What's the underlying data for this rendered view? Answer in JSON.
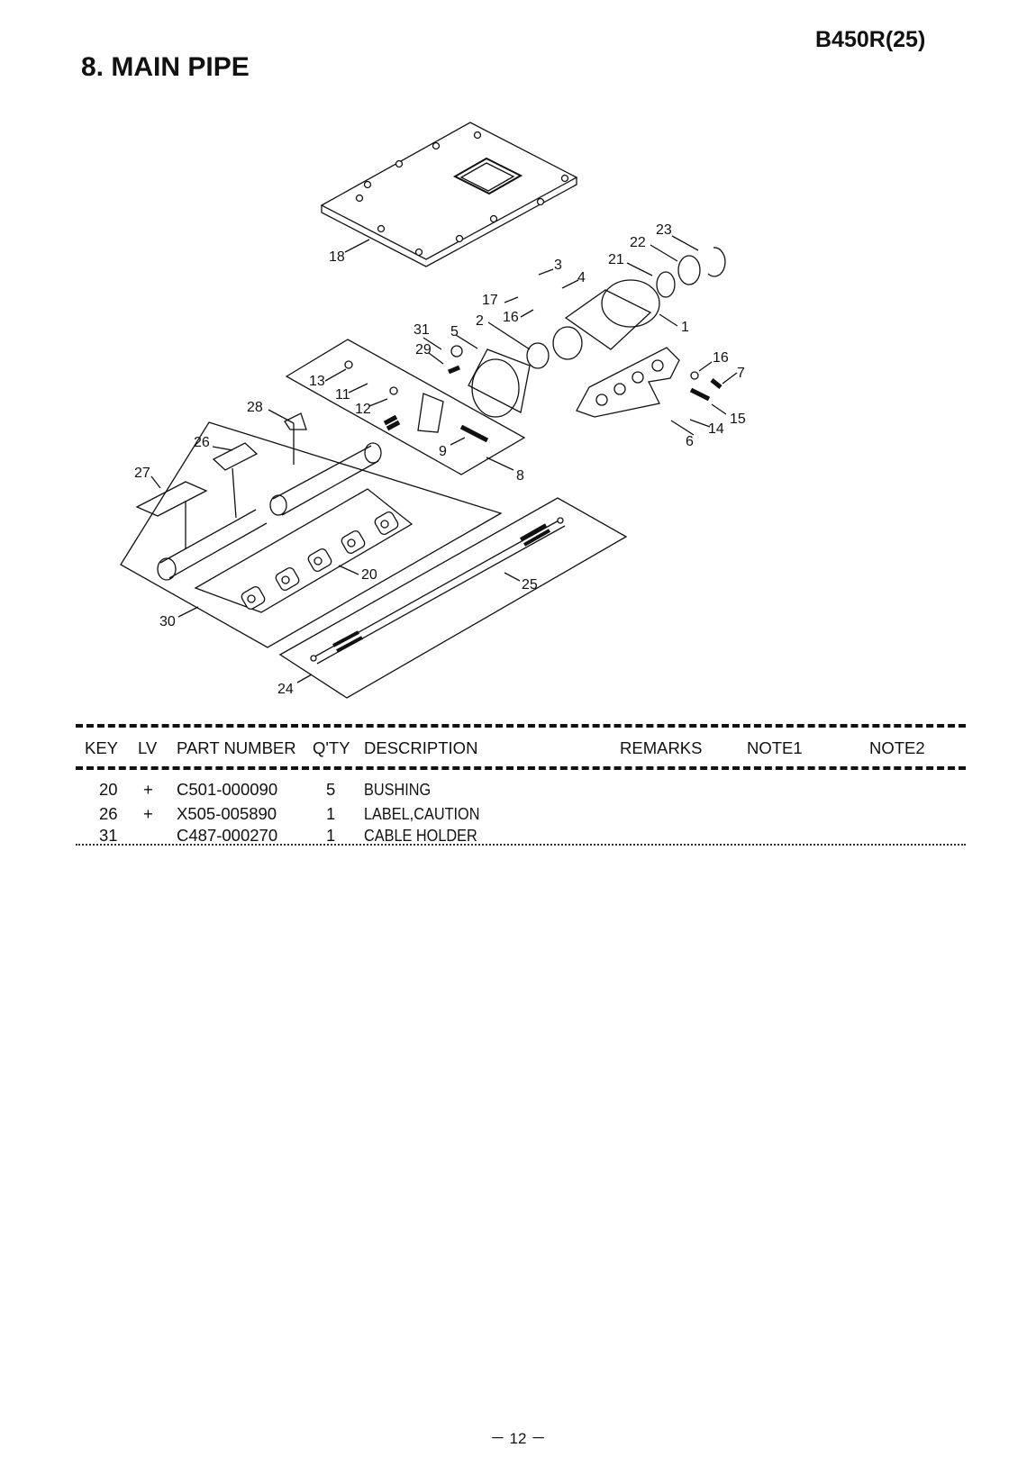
{
  "header": {
    "model": "B450R(25)",
    "section_title": "8. MAIN PIPE"
  },
  "diagram": {
    "callouts": [
      "1",
      "2",
      "3",
      "4",
      "5",
      "6",
      "7",
      "8",
      "9",
      "11",
      "12",
      "13",
      "14",
      "15",
      "16",
      "16",
      "17",
      "18",
      "20",
      "21",
      "22",
      "23",
      "24",
      "25",
      "26",
      "27",
      "28",
      "29",
      "30",
      "31"
    ]
  },
  "table": {
    "columns": {
      "key": "KEY",
      "lv": "LV",
      "part_number": "PART NUMBER",
      "qty": "Q'TY",
      "description": "DESCRIPTION",
      "remarks": "REMARKS",
      "note1": "NOTE1",
      "note2": "NOTE2"
    },
    "rows": [
      {
        "key": "20",
        "lv": "+",
        "part_number": "C501-000090",
        "qty": "5",
        "description": "BUSHING"
      },
      {
        "key": "26",
        "lv": "+",
        "part_number": "X505-005890",
        "qty": "1",
        "description": "LABEL,CAUTION"
      },
      {
        "key": "31",
        "lv": "",
        "part_number": "C487-000270",
        "qty": "1",
        "description": "CABLE HOLDER"
      }
    ]
  },
  "footer": {
    "page": "－ 12 －"
  }
}
